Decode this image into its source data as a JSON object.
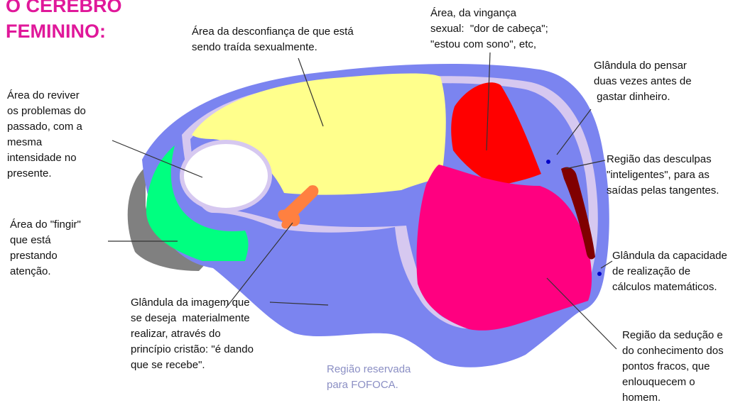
{
  "title": "O CÉREBRO\nFEMININO:",
  "colors": {
    "title": "#e0189a",
    "outer_brain": "#7b84f0",
    "cortex_border": "#d6c8f0",
    "rim": "#808080",
    "frontal_yellow": "#ffff8c",
    "memory_white": "#ffffff",
    "pretend_green": "#00ff80",
    "desire_orange": "#ff8040",
    "revenge_red": "#ff0000",
    "seduction_magenta": "#ff0080",
    "excuses_brown": "#800000",
    "gland_dot": "#0000c8",
    "gossip_text": "#8b8fc4"
  },
  "labels": {
    "distrust": "Área da desconfiança de que está\nsendo traída sexualmente.",
    "revenge": "Área, da vingança\nsexual:  \"dor de cabeça\";\n\"estou com sono\", etc,",
    "think_twice": "Glândula do pensar\nduas vezes antes de\n gastar dinheiro.",
    "relive_past": "Área do reviver\nos problemas do\npassado, com a\nmesma\nintensidade no\npresente.",
    "excuses": "Região das desculpas\n\"inteligentes\", para as\nsaídas pelas tangentes.",
    "pretend": "Área do \"fingir\"\nque está\nprestando\natenção.",
    "math": "Glândula da capacidade\nde realização de\ncálculos matemáticos.",
    "image_gland": "Glândula da imagem que\nse deseja  materialmente\nrealizar, através do\nprincípio cristão: \"é dando\nque se recebe\".",
    "gossip": "Região reservada\npara FOFOCA.",
    "seduction": "Região da sedução e\ndo conhecimento dos\npontos fracos, que\nenlouquecem o\nhomem."
  }
}
